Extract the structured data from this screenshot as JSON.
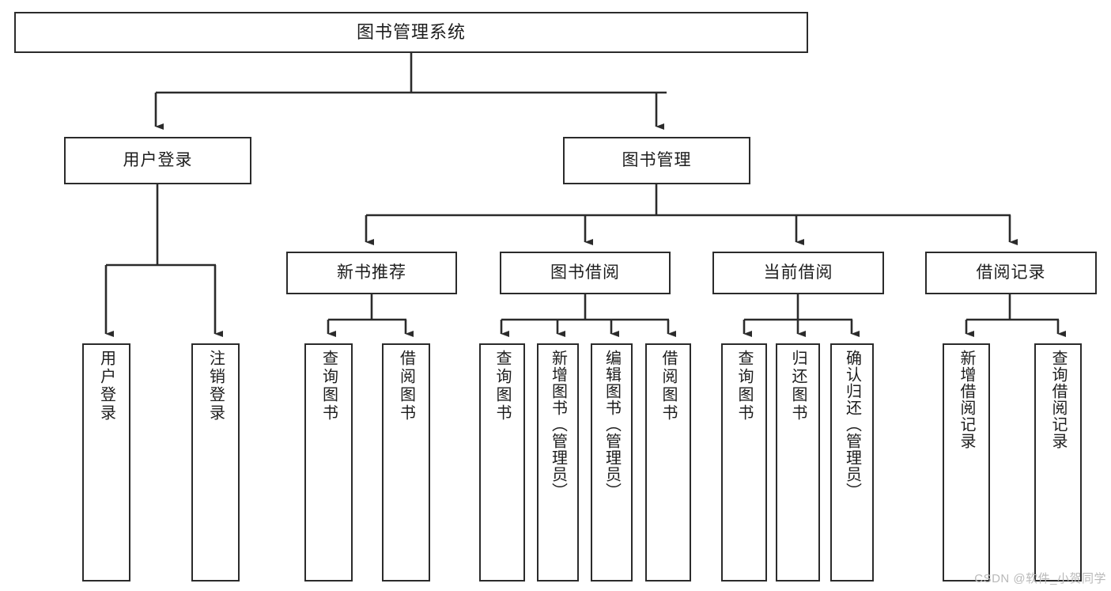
{
  "diagram": {
    "title": "图书管理系统",
    "type": "tree-hierarchy-chart",
    "watermark": "CSDN @软件_小贺同学",
    "colors": {
      "stroke": "#2b2b2b",
      "fill": "#ffffff",
      "text": "#1d1d1d",
      "watermark": "#b9b9b9"
    },
    "nodes": {
      "root": {
        "label": "图书管理系统"
      },
      "level2": [
        {
          "id": "user-login",
          "label": "用户登录"
        },
        {
          "id": "book-management",
          "label": "图书管理"
        }
      ],
      "level3": [
        {
          "id": "new-book-recommend",
          "label": "新书推荐"
        },
        {
          "id": "book-borrow",
          "label": "图书借阅"
        },
        {
          "id": "current-borrow",
          "label": "当前借阅"
        },
        {
          "id": "borrow-record",
          "label": "借阅记录"
        }
      ],
      "leaves": {
        "user_login": [
          {
            "id": "leaf-user-login",
            "label": "用户登录"
          },
          {
            "id": "leaf-logout-login",
            "label": "注销登录"
          }
        ],
        "new_book_recommend": [
          {
            "id": "leaf-query-book-1",
            "label": "查询图书"
          },
          {
            "id": "leaf-borrow-book-1",
            "label": "借阅图书"
          }
        ],
        "book_borrow": [
          {
            "id": "leaf-query-book-2",
            "label": "查询图书"
          },
          {
            "id": "leaf-add-book",
            "label": "新增图书（管理员）"
          },
          {
            "id": "leaf-edit-book",
            "label": "编辑图书（管理员）"
          },
          {
            "id": "leaf-borrow-book-2",
            "label": "借阅图书"
          }
        ],
        "current_borrow": [
          {
            "id": "leaf-query-book-3",
            "label": "查询图书"
          },
          {
            "id": "leaf-return-book",
            "label": "归还图书"
          },
          {
            "id": "leaf-confirm-return",
            "label": "确认归还（管理员）"
          }
        ],
        "borrow_record": [
          {
            "id": "leaf-add-record",
            "label": "新增借阅记录"
          },
          {
            "id": "leaf-query-record",
            "label": "查询借阅记录"
          }
        ]
      }
    }
  }
}
